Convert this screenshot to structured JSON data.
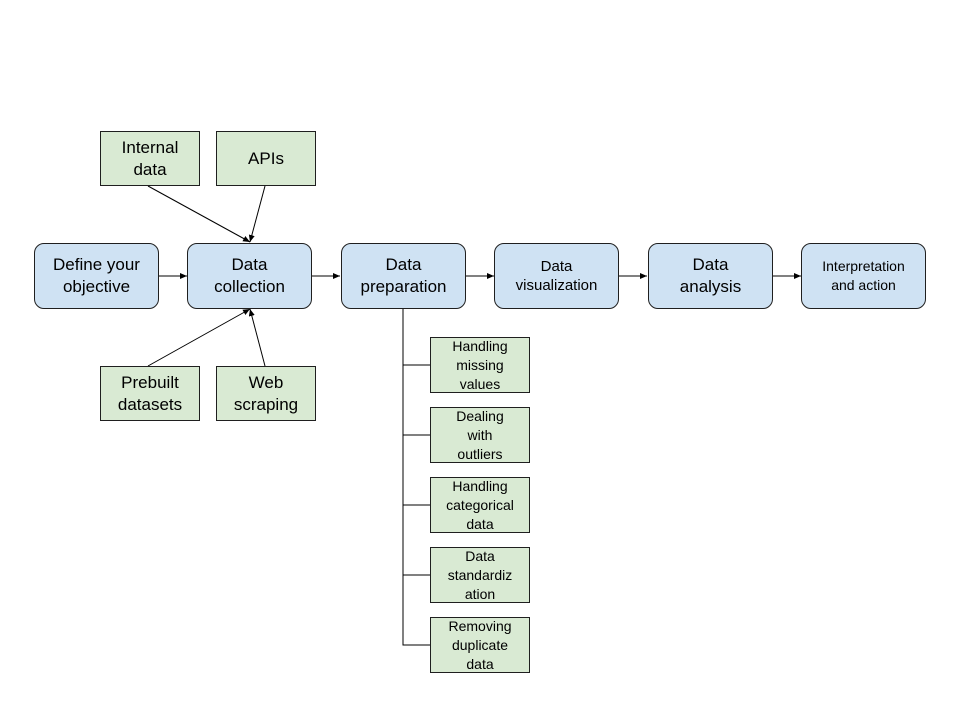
{
  "steps": {
    "define": "Define your\nobjective",
    "collection": "Data\ncollection",
    "preparation": "Data\npreparation",
    "visualization": "Data\nvisualization",
    "analysis": "Data\nanalysis",
    "interpretation": "Interpretation\nand action"
  },
  "sources": {
    "internal": "Internal\ndata",
    "apis": "APIs",
    "prebuilt": "Prebuilt\ndatasets",
    "web": "Web\nscraping"
  },
  "preparation_tasks": [
    "Handling\nmissing\nvalues",
    "Dealing\nwith\noutliers",
    "Handling\ncategorical\ndata",
    "Data\nstandardiz\nation",
    "Removing\nduplicate\ndata"
  ],
  "colors": {
    "step_fill": "#cfe2f3",
    "source_fill": "#d9ead3",
    "line": "#000000"
  }
}
